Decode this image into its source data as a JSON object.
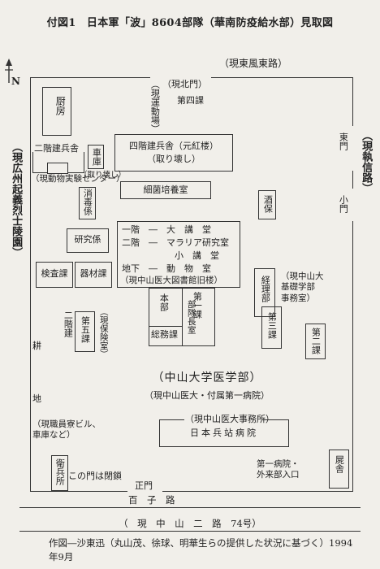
{
  "title": "付図1　日本軍「波」8604部隊（華南防疫給水部）見取図",
  "north": "N",
  "roads": {
    "top": "（現東風東路）",
    "right": "（現執信路）",
    "left": "（現広州起義烈士陵園）",
    "bottom": "（　現　中　山　二　路　74号）",
    "gate_row": "百　子　路"
  },
  "gates": {
    "north": "（現北門）",
    "east": "東門",
    "small": "小門",
    "main": "正門",
    "closed": "この門は閉鎖"
  },
  "labels": {
    "transport": "（現運動場）",
    "section4": "第四課",
    "kaichi_1": "耕",
    "kaichi_2": "地",
    "staff_dorm": "（現職員寮ビル、\n車庫など）",
    "first_hospital": "第一病院・\n外来部入口",
    "basic_med": "（現中山大\n基礎学部\n事務室）",
    "university": "（中山大学医学部）",
    "university_sub": "（現中山医大・付属第一病院）",
    "library": "（現中山医大図書館旧楼）"
  },
  "buildings": {
    "kitchen": "厨房",
    "barracks2": "二階建兵舎",
    "garage": "車庫",
    "garage_note": "（取り壊し）",
    "animal_lab": "（現動物実験センター）",
    "barracks4_line1": "四階建兵舎（元紅楼）",
    "barracks4_line2": "（取り壊し）",
    "culture": "細菌培養室",
    "disinfect": "消毒係",
    "research": "研究係",
    "inspect": "検査課",
    "equipment": "器材課",
    "main_floor1": "一階　―　大　講　堂",
    "main_floor2": "二階　―　マラリア研究室",
    "main_floor2b": "小　講　堂",
    "main_floor3": "地下　―　動　物　室",
    "hq": "本部",
    "section1": "第一課",
    "general": "総務課",
    "chief": "部隊長室",
    "sake": "酒保",
    "finance": "経理部",
    "section5": "第五課",
    "two_story": "二階建",
    "insurance_note": "（現保険室）",
    "section3": "第三課",
    "section2": "第二課",
    "office_note": "（現中山医大事務所）",
    "hospital": "日本兵站病院",
    "guard": "衛兵所",
    "morgue": "屍舎"
  },
  "footer": "作図―沙東迅（丸山茂、徐球、明華生らの提供した状況に基づく）1994年9月"
}
